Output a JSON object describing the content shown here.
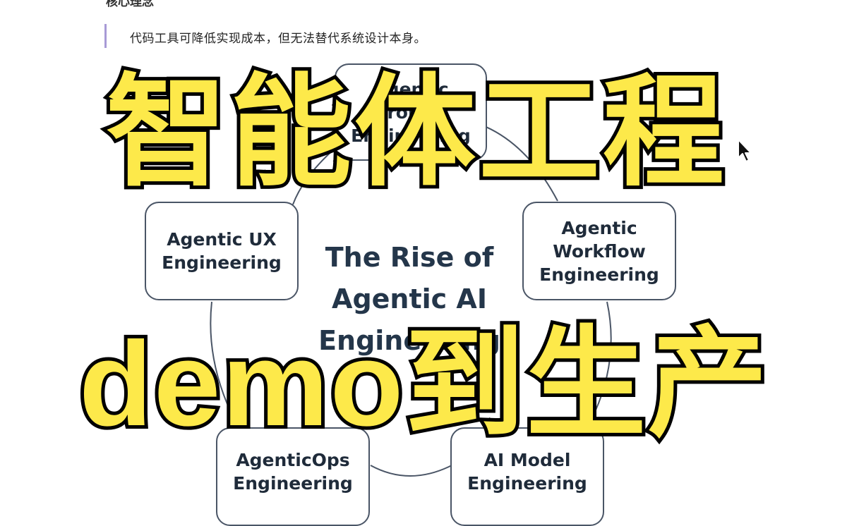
{
  "document": {
    "section_heading": "核心理念",
    "quote": "代码工具可降低实现成本，但无法替代系统设计本身。"
  },
  "diagram": {
    "center_title": "The Rise of\nAgentic AI\nEngineering",
    "nodes": {
      "top": "Agentic Prompt\nEngineering",
      "left": "Agentic UX\nEngineering",
      "right": "Agentic\nWorkflow\nEngineering",
      "bottom_left": "AgenticOps\nEngineering",
      "bottom_right": "AI Model\nEngineering"
    }
  },
  "overlay": {
    "top_text": "智能体工程",
    "bottom_text": "demo到生产"
  },
  "icons": {
    "cursor": "mouse-pointer-icon"
  },
  "colors": {
    "overlay_fill": "#fde94a",
    "overlay_stroke": "#000000",
    "quote_bar": "#a89ad6",
    "node_border": "#4a5566",
    "title_text": "#24364a"
  }
}
